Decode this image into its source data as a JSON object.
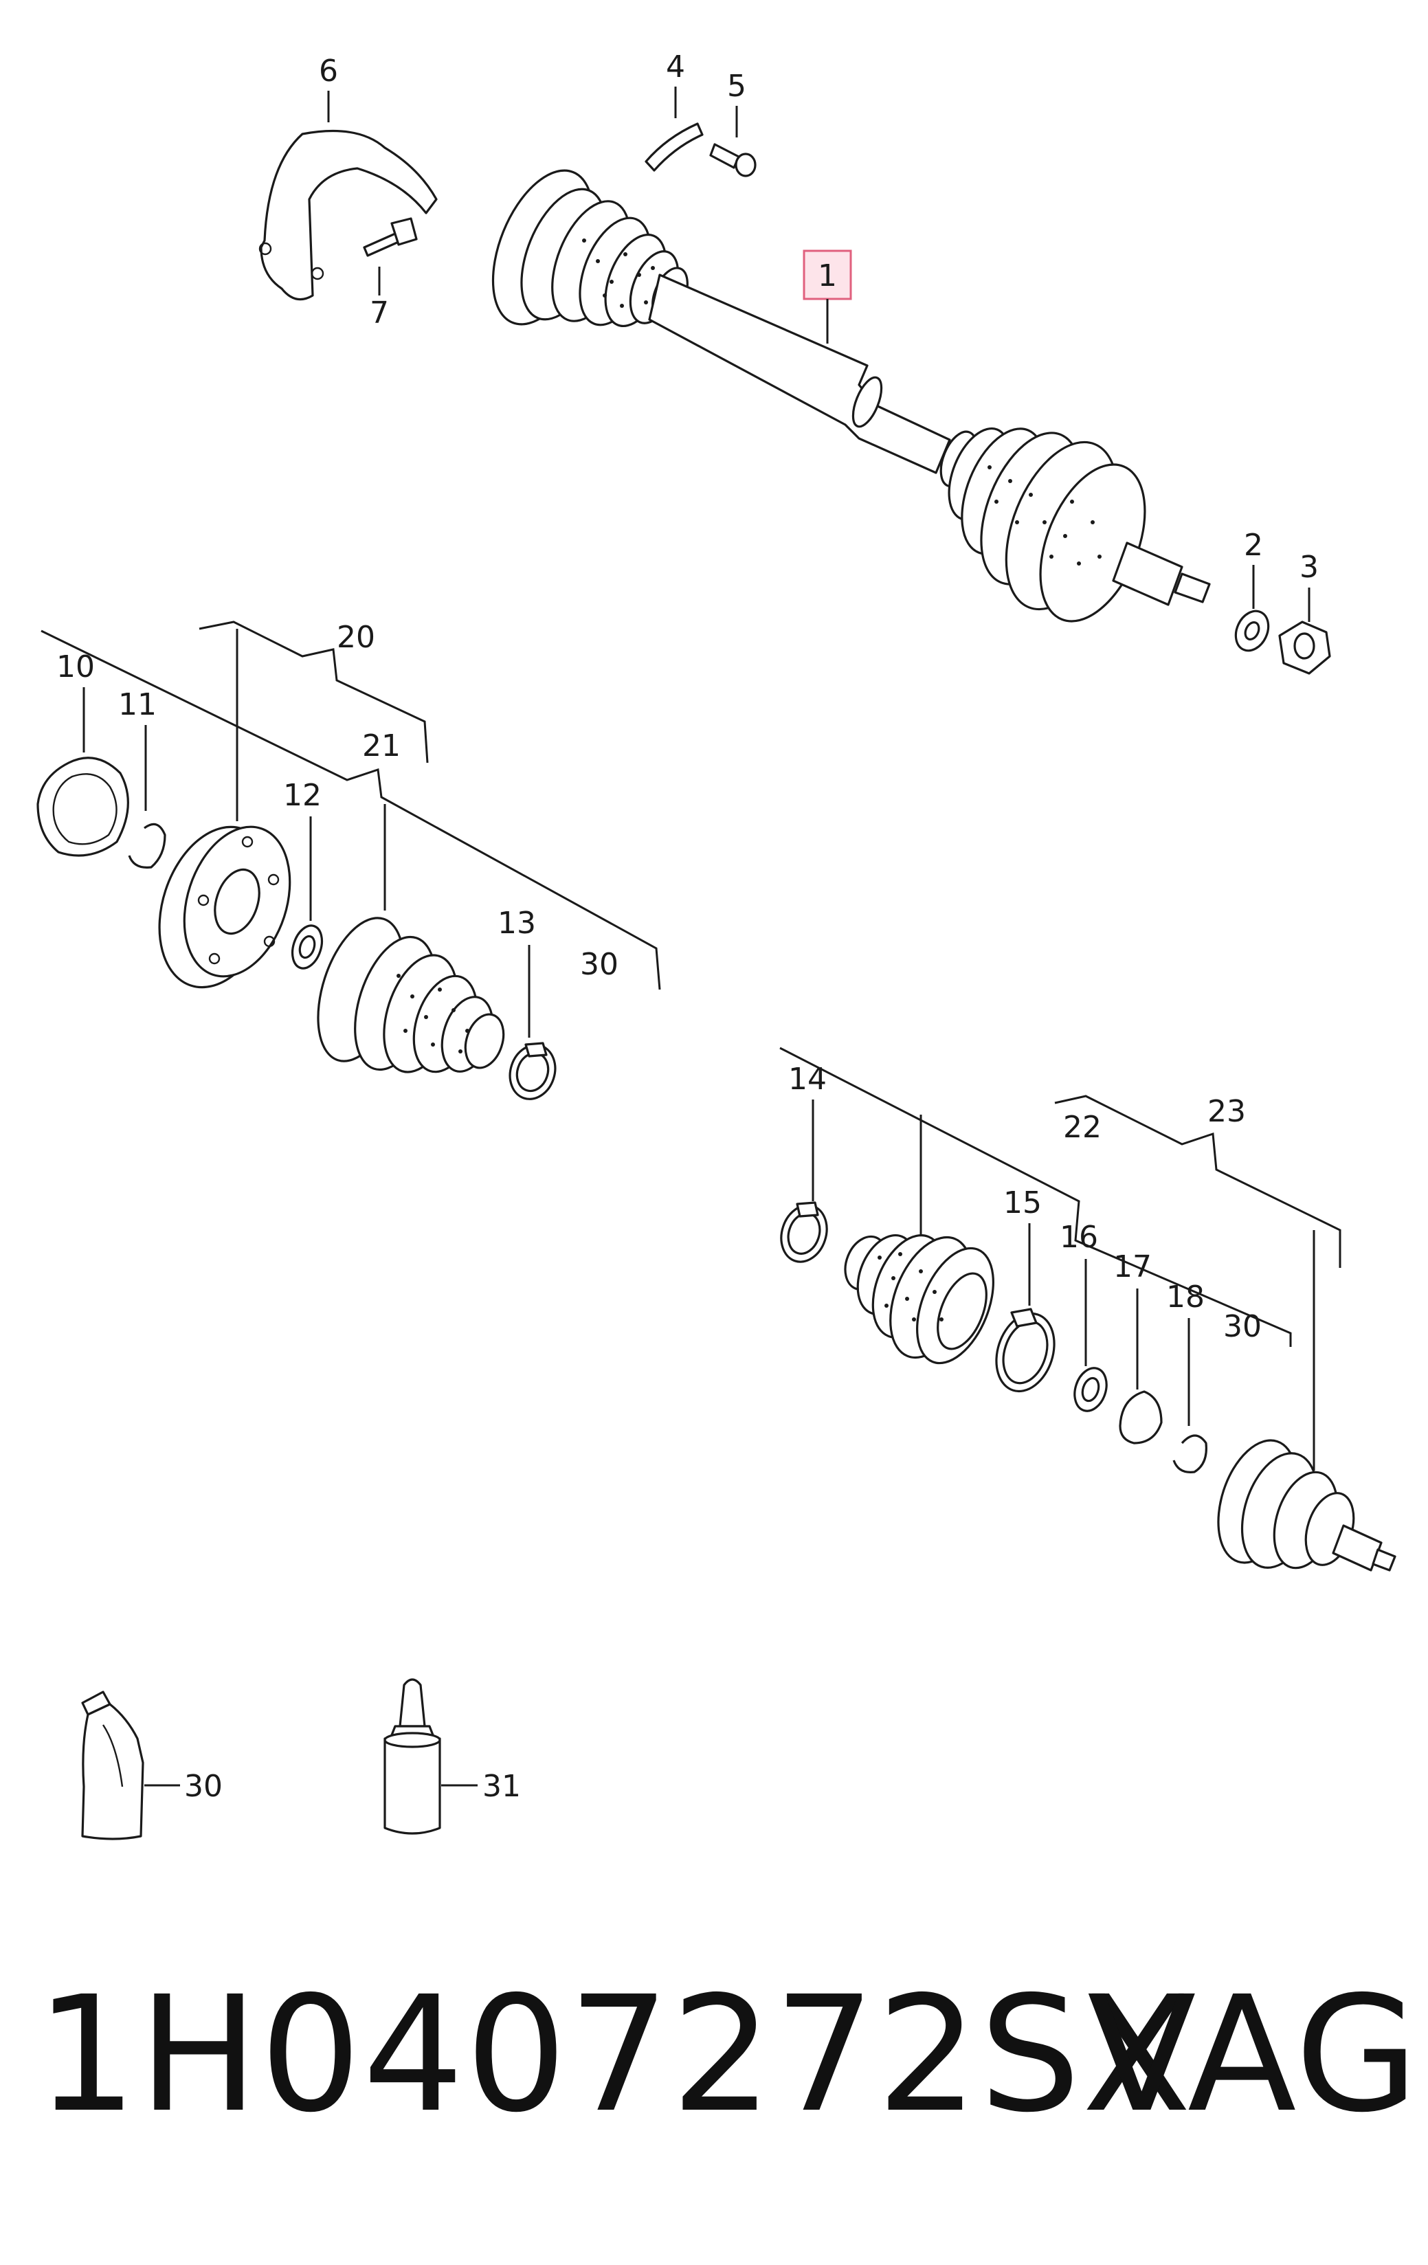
{
  "callouts": {
    "c1": "1",
    "c2": "2",
    "c3": "3",
    "c4": "4",
    "c5": "5",
    "c6": "6",
    "c7": "7",
    "c10": "10",
    "c11": "11",
    "c12": "12",
    "c13": "13",
    "c14": "14",
    "c15": "15",
    "c16": "16",
    "c17": "17",
    "c18": "18",
    "c20": "20",
    "c21": "21",
    "c22": "22",
    "c23": "23",
    "c30a": "30",
    "c30b": "30",
    "c30c": "30",
    "c31": "31"
  },
  "footer": {
    "part_number": "1H0407272SX",
    "brand": "VAG"
  },
  "colors": {
    "highlight_fill": "#fde4ea",
    "highlight_stroke": "#e0607e",
    "ink": "#1a1a1a"
  }
}
